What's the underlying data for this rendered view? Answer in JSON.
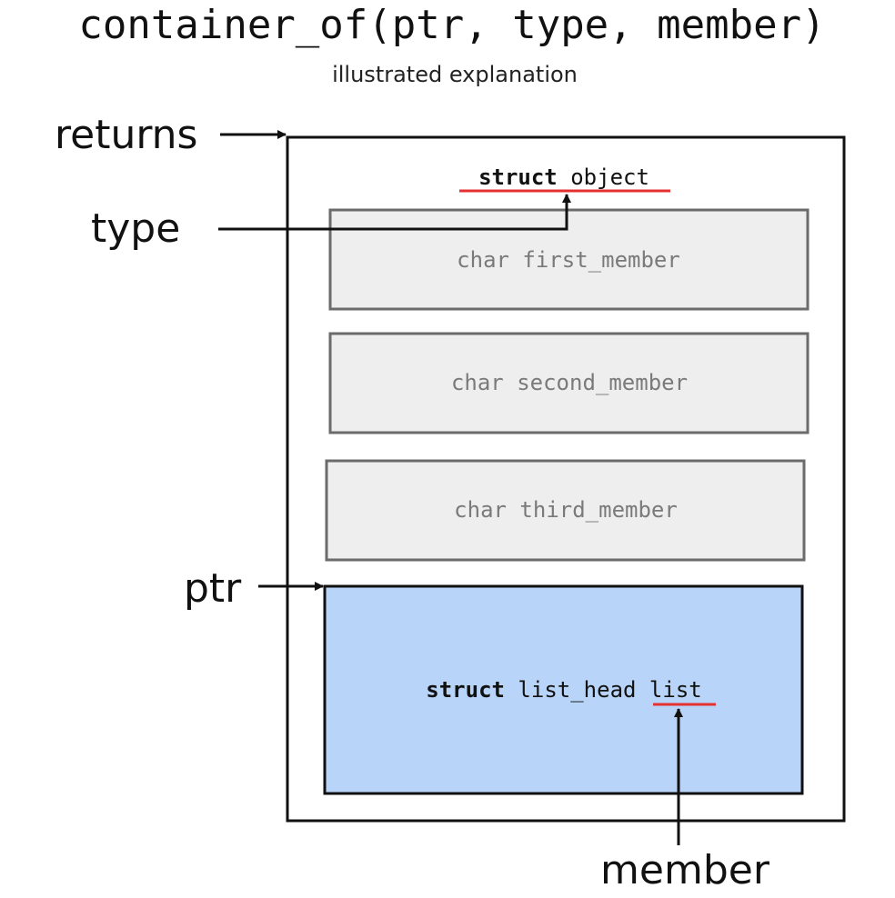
{
  "title": "container_of(ptr, type, member)",
  "subtitle": "illustrated explanation",
  "labels": {
    "returns": "returns",
    "type": "type",
    "ptr": "ptr",
    "member": "member"
  },
  "struct_header": {
    "keyword": "struct",
    "name": "object"
  },
  "members": [
    "char first_member",
    "char second_member",
    "char third_member"
  ],
  "list_member": {
    "keyword": "struct",
    "type": "list_head",
    "name": "list"
  },
  "colors": {
    "outline": "#111111",
    "member_fill": "#eeeeee",
    "member_stroke": "#6b6b6b",
    "member_text": "#7a7a7a",
    "list_fill": "#b8d4f8",
    "underline": "#e53030"
  }
}
